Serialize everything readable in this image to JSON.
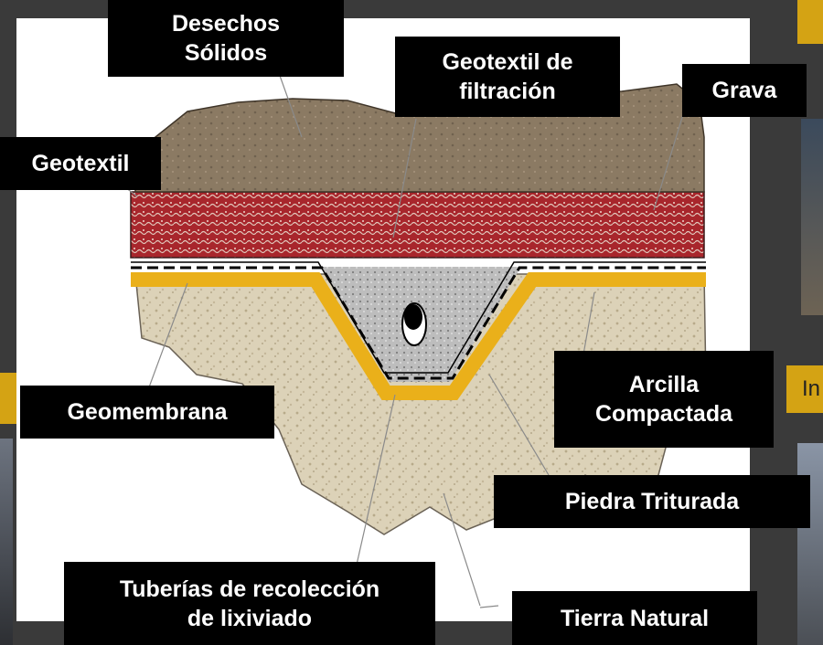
{
  "labels": {
    "desechos_solidos": [
      "Desechos",
      "Sólidos"
    ],
    "geotextil_filtracion": [
      "Geotextil de",
      "filtración"
    ],
    "grava": "Grava",
    "geotextil": "Geotextil",
    "geomembrana": "Geomembrana",
    "arcilla_compactada": [
      "Arcilla",
      "Compactada"
    ],
    "piedra_triturada": "Piedra Triturada",
    "tuberias": [
      "Tuberías de recolección",
      "de lixiviado"
    ],
    "tierra_natural": "Tierra Natural"
  },
  "background_fragment_text": "In",
  "colors": {
    "slide_bg": "#3a3a3a",
    "accent_gold": "#d4a314",
    "waste_layer": "#8a7862",
    "gravel_layer": "#a3272d",
    "clay_liner": "#eab01a",
    "soil": "#d9cfb6",
    "crushed_stone": "#b9b9b9"
  }
}
